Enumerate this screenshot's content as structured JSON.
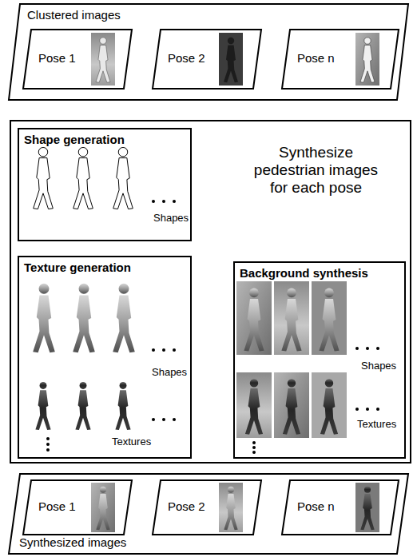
{
  "diagram": {
    "nodes": [
      {
        "text": [
          "Clustered images"
        ]
      },
      {
        "text": [
          "Pose 1"
        ],
        "in": 0
      },
      {
        "text": [
          "Pose 2"
        ],
        "in": 0
      },
      {
        "text": [
          "Pose n"
        ],
        "in": 0
      },
      {
        "text": [
          "Synthesize pedestrian images for each pose"
        ]
      },
      {
        "text": [
          "Shape generation",
          "Shapes"
        ],
        "in": 4
      },
      {
        "text": [
          "Texture generation",
          "Shapes",
          "Textures"
        ],
        "in": 4
      },
      {
        "text": [
          "Background synthesis",
          "Shapes",
          "Textures"
        ],
        "in": 4
      },
      {
        "text": [
          "Synthesized images"
        ]
      },
      {
        "text": [
          "Pose 1"
        ],
        "in": 8
      },
      {
        "text": [
          "Pose 2"
        ],
        "in": 8
      },
      {
        "text": [
          "Pose n"
        ],
        "in": 8
      }
    ],
    "edges": [
      {
        "from": 1,
        "to": 4,
        "arrow": "to"
      },
      {
        "from": 2,
        "to": 4,
        "arrow": "to"
      },
      {
        "from": 3,
        "to": 4,
        "arrow": "to"
      },
      {
        "from": 4,
        "to": 9,
        "arrow": "to"
      },
      {
        "from": 4,
        "to": 10,
        "arrow": "to"
      },
      {
        "from": 4,
        "to": 11,
        "arrow": "to"
      },
      {
        "from": 5,
        "to": 6,
        "arrow": "to"
      },
      {
        "from": 6,
        "to": 7,
        "arrow": "to"
      }
    ]
  }
}
